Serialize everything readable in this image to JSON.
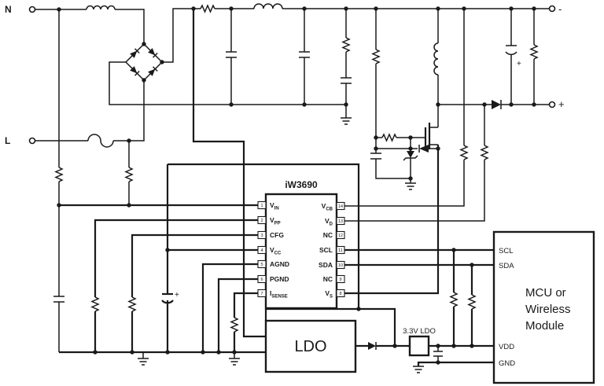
{
  "colors": {
    "ink": "#1a1a1a",
    "background": "#ffffff"
  },
  "terminals": {
    "neutral": "N",
    "line": "L",
    "out_neg": "-",
    "out_pos": "+"
  },
  "polarity": {
    "plus": "+"
  },
  "ic": {
    "title": "iW3690",
    "left_pins": [
      {
        "num": "1",
        "label": "V",
        "sub": "IN"
      },
      {
        "num": "2",
        "label": "V",
        "sub": "PP"
      },
      {
        "num": "3",
        "label": "CFG",
        "sub": ""
      },
      {
        "num": "4",
        "label": "V",
        "sub": "CC"
      },
      {
        "num": "5",
        "label": "AGND",
        "sub": ""
      },
      {
        "num": "6",
        "label": "PGND",
        "sub": ""
      },
      {
        "num": "7",
        "label": "I",
        "sub": "SENSE"
      }
    ],
    "right_pins": [
      {
        "num": "14",
        "label": "V",
        "sub": "CB"
      },
      {
        "num": "13",
        "label": "V",
        "sub": "D"
      },
      {
        "num": "12",
        "label": "NC",
        "sub": ""
      },
      {
        "num": "11",
        "label": "SCL",
        "sub": ""
      },
      {
        "num": "10",
        "label": "SDA",
        "sub": ""
      },
      {
        "num": "9",
        "label": "NC",
        "sub": ""
      },
      {
        "num": "8",
        "label": "V",
        "sub": "S"
      }
    ]
  },
  "ldo": {
    "label": "LDO"
  },
  "ldo_33": {
    "label": "3.3V LDO"
  },
  "mcu": {
    "title_line1": "MCU or",
    "title_line2": "Wireless",
    "title_line3": "Module",
    "pins": [
      {
        "label": "SCL"
      },
      {
        "label": "SDA"
      },
      {
        "label": "VDD"
      },
      {
        "label": "GND"
      }
    ]
  }
}
